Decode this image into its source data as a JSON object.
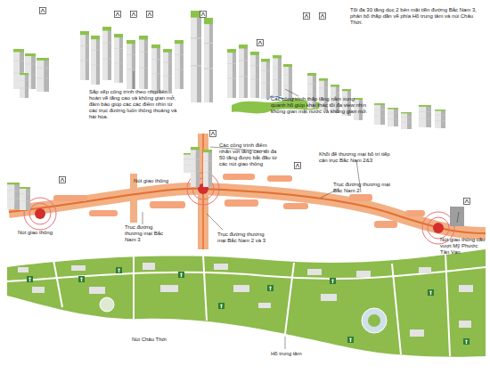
{
  "diagram": {
    "labels": [
      "Tối đa 30 tầng dọc 2 bên mặt tiền đường Bắc Nam 3, phân bố thấp dần về phía Hồ trung tâm và núi Châu Thới.",
      "Sắp xếp công trình theo nhịp liên hoàn về tầng cao và không gian mở, đảm bảo giúp các các điểm nhìn từ các trục đường luôn thông thoáng và hài hòa.",
      "Các công trình thấp tầng nằm xung quanh hồ giúp khai thác tối đa view nhìn không gian mặt nước và không gian mở.",
      "Nút giao thông",
      "Nút giao thông",
      "Các công trình điểm nhấn với tầng cao tối đa 50 tầng được bắt đầu từ các nút giao thông",
      "Khối đế thương mại bố trí tiếp cận trục Bắc Nam 2&3",
      "Trục đường thương mại Bắc Nam 2",
      "Trục đường thương mại Bắc Nam 3",
      "Trục đường thương mại Bắc Nam 2 và 3",
      "Nút giao thông cầu vượt Mỹ Phước Tân Vạn",
      "Núi Châu Thới",
      "Hồ trung tâm"
    ]
  }
}
